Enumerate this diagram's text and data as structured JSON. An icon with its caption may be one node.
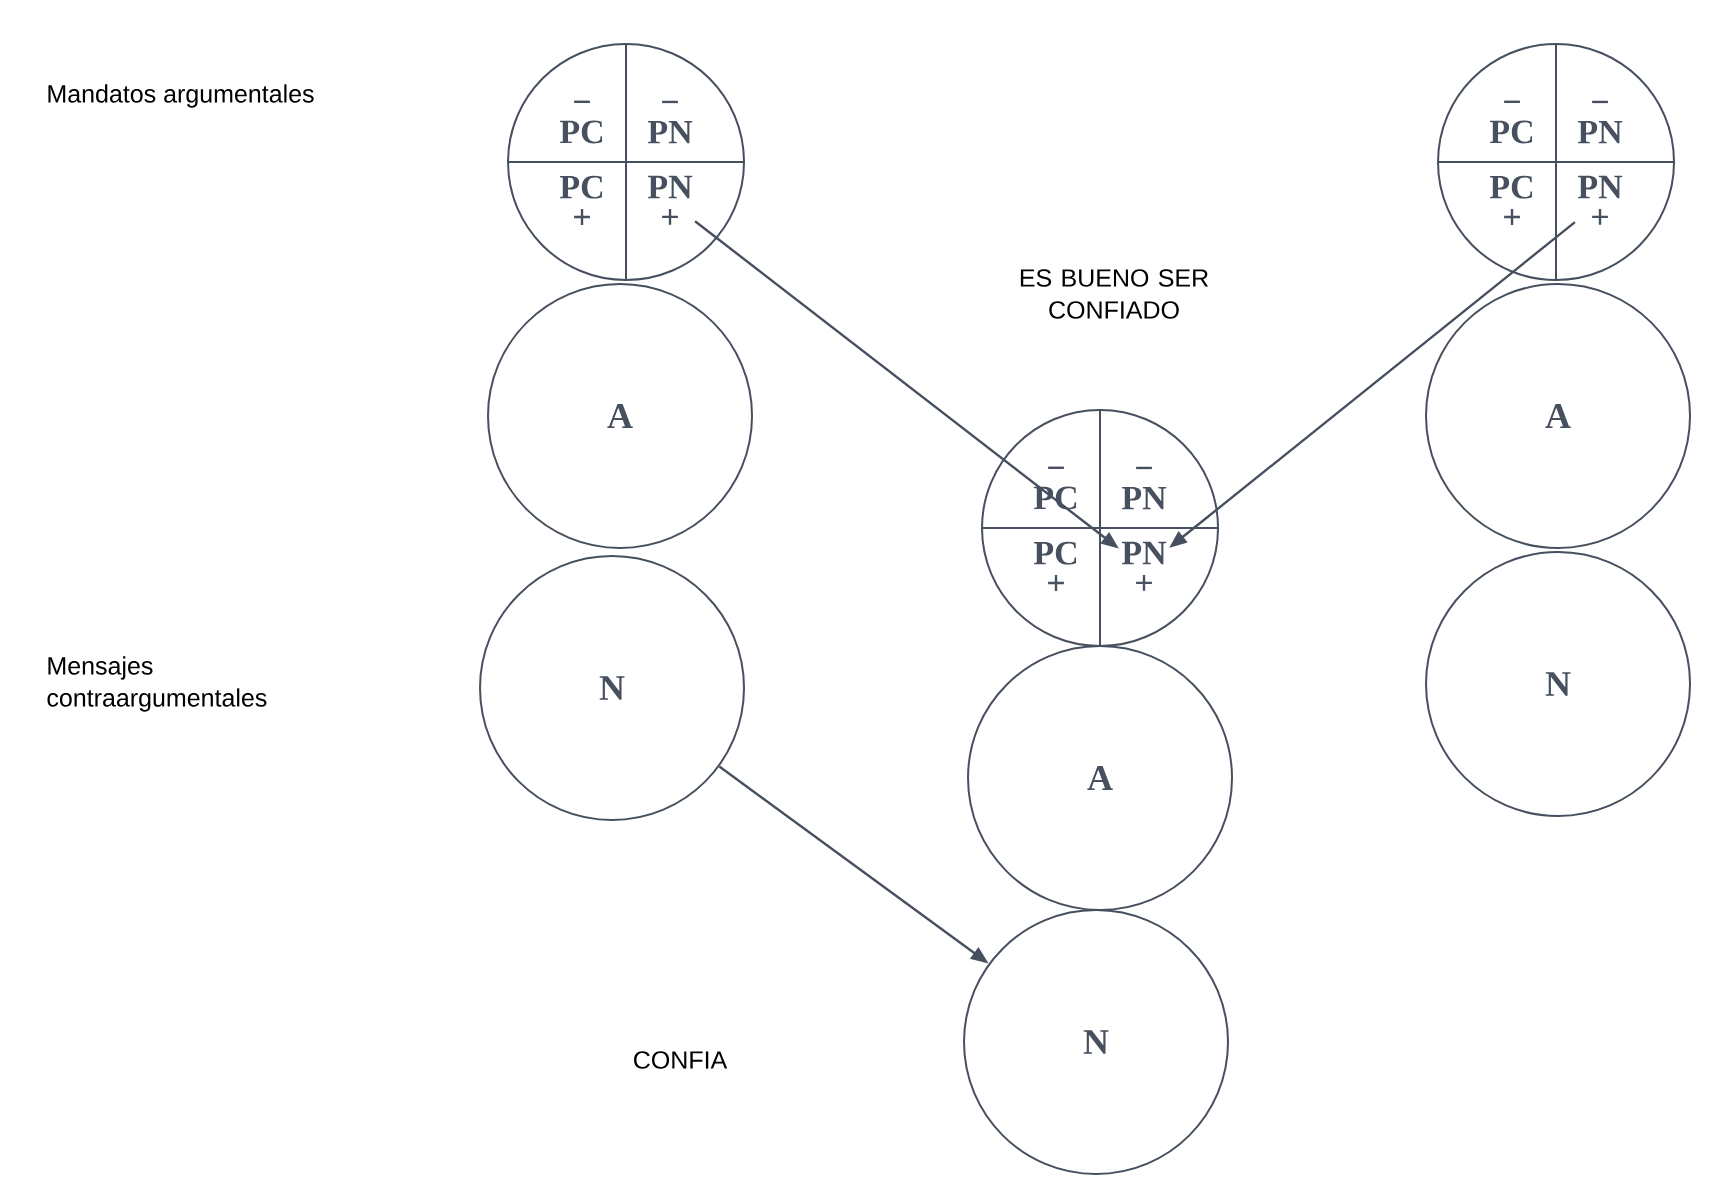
{
  "diagram": {
    "nodes": [
      {
        "text": [],
        "shape": "circle"
      },
      {
        "text": [
          "−",
          "PC"
        ],
        "in": 0
      },
      {
        "text": [
          "−",
          "PN"
        ],
        "in": 0
      },
      {
        "text": [
          "PC",
          "+"
        ],
        "in": 0
      },
      {
        "text": [
          "PN",
          "+"
        ],
        "in": 0
      },
      {
        "text": [
          "A"
        ]
      },
      {
        "text": [
          "N"
        ]
      },
      {
        "text": [],
        "shape": "circle"
      },
      {
        "text": [
          "−",
          "PC"
        ],
        "in": 7
      },
      {
        "text": [
          "−",
          "PN"
        ],
        "in": 7
      },
      {
        "text": [
          "PC",
          "+"
        ],
        "in": 7
      },
      {
        "text": [
          "PN",
          "+"
        ],
        "in": 7
      },
      {
        "text": [
          "A"
        ]
      },
      {
        "text": [
          "N"
        ]
      },
      {
        "text": [],
        "shape": "circle"
      },
      {
        "text": [
          "−",
          "PC"
        ],
        "in": 14
      },
      {
        "text": [
          "−",
          "PN"
        ],
        "in": 14
      },
      {
        "text": [
          "PC",
          "+"
        ],
        "in": 14
      },
      {
        "text": [
          "PN",
          "+"
        ],
        "in": 14
      },
      {
        "text": [
          "A"
        ]
      },
      {
        "text": [
          "N"
        ]
      }
    ],
    "edges": [
      {
        "from": 4,
        "to": 11,
        "arrow": "to"
      },
      {
        "from": 18,
        "to": 11,
        "arrow": "to"
      },
      {
        "from": 6,
        "to": 13,
        "arrow": "to"
      }
    ],
    "labels": [
      "Mandatos argumentales",
      "ES BUENO SER CONFIADO",
      "Mensajes contraargumentales",
      "CONFIA"
    ]
  }
}
